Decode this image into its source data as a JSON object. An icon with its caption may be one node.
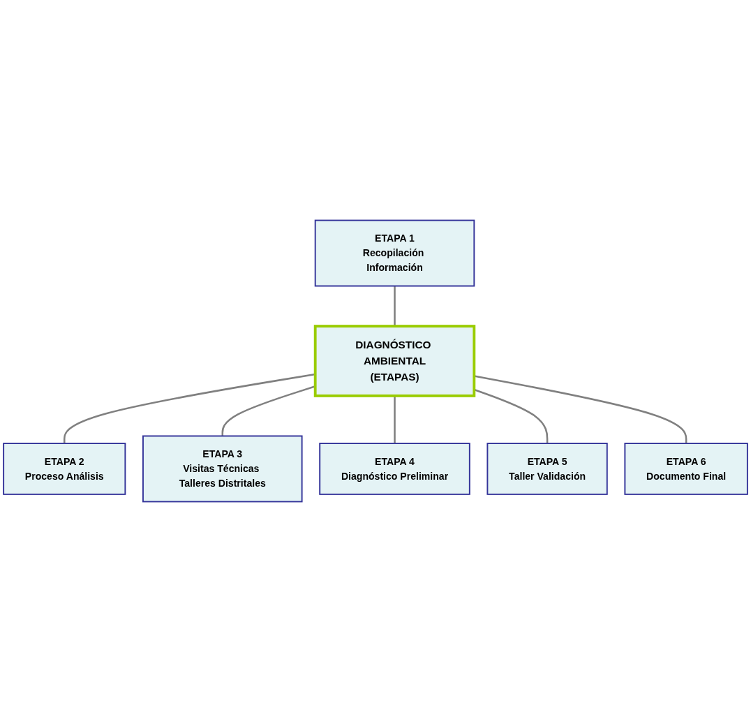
{
  "diagram": {
    "nodes": [
      {
        "text": [
          "ETAPA 1",
          "Recopilación Información"
        ]
      },
      {
        "text": [
          "ETAPA 6",
          "Documento Final"
        ]
      },
      {
        "text": [
          "ETAPA 2",
          "Proceso Análisis"
        ]
      },
      {
        "text": [
          "DIAGNÓSTICO AMBIENTAL",
          "(ETAPAS)"
        ]
      },
      {
        "text": [
          "ETAPA 5",
          "Taller Validación"
        ]
      },
      {
        "text": [
          "ETAPA 3",
          "Visitas Técnicas Talleres Distritales"
        ]
      },
      {
        "text": [
          "ETAPA 4",
          "Diagnóstico Preliminar"
        ]
      }
    ],
    "edges": [
      {
        "from": 0,
        "to": 3,
        "arrow": "none"
      },
      {
        "from": 3,
        "to": 2,
        "arrow": "none"
      },
      {
        "from": 3,
        "to": 5,
        "arrow": "none"
      },
      {
        "from": 3,
        "to": 6,
        "arrow": "none"
      },
      {
        "from": 3,
        "to": 4,
        "arrow": "none"
      },
      {
        "from": 3,
        "to": 1,
        "arrow": "none"
      }
    ]
  }
}
